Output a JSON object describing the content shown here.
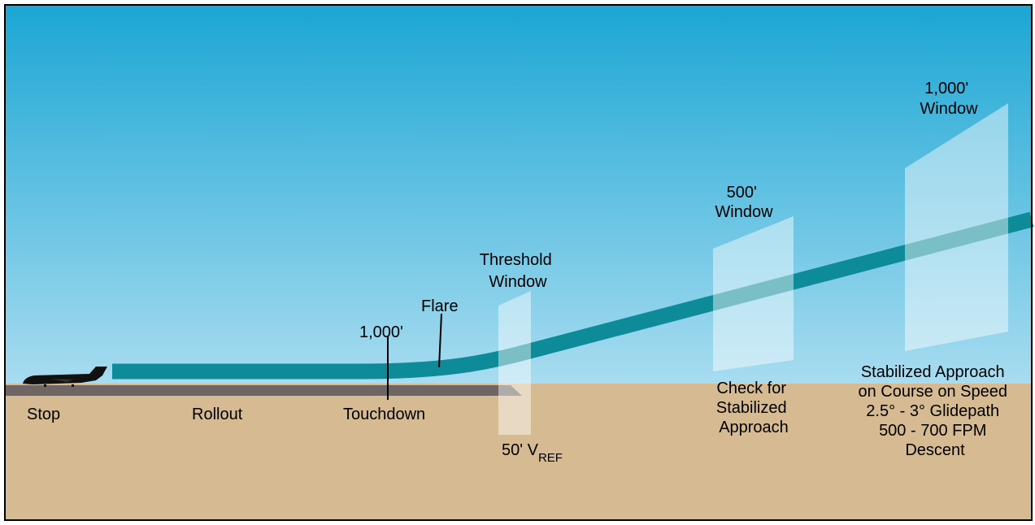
{
  "colors": {
    "sky_top": "#1ba6d4",
    "sky_bottom": "#a8dcf0",
    "ground": "#d6bb92",
    "runway": "#6f6663",
    "path": "#0e8b98",
    "window": "#ffffff",
    "frame": "#000000",
    "aircraft": "#111111"
  },
  "labels": {
    "stop": "Stop",
    "rollout": "Rollout",
    "touchdown": "Touchdown",
    "touchdown_distance": "1,000'",
    "flare": "Flare",
    "threshold_window": [
      "Threshold",
      "Window"
    ],
    "vref_prefix": "50' V",
    "vref_subscript": "REF",
    "window_500": [
      "500'",
      "Window"
    ],
    "window_1000": [
      "1,000'",
      "Window"
    ],
    "check": [
      "Check for",
      "Stabilized",
      "Approach"
    ],
    "stabilized": [
      "Stabilized Approach",
      "on Course on Speed",
      "2.5° - 3° Glidepath",
      "500 - 700 FPM",
      "Descent"
    ]
  },
  "icons": {
    "aircraft": "business-jet-icon"
  }
}
